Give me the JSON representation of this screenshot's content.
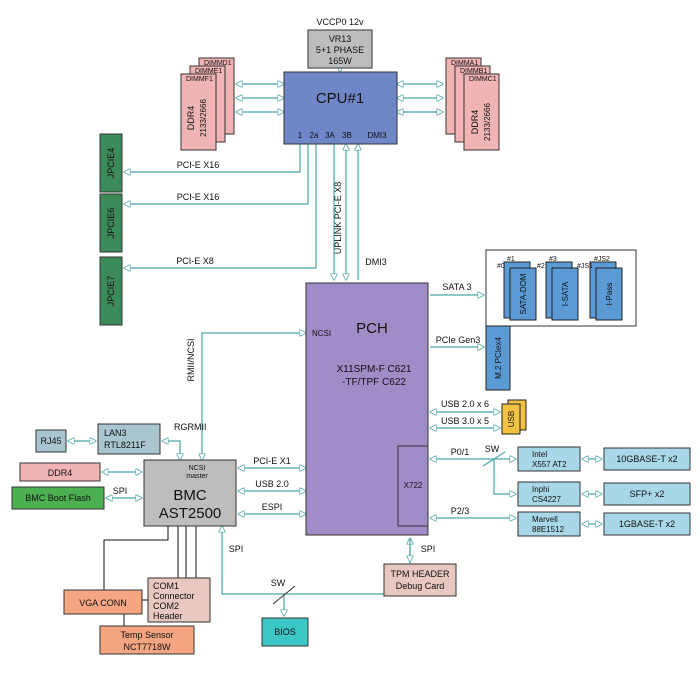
{
  "colors": {
    "cpu": "#6f86c9",
    "pch": "#a08dc8",
    "bmc": "#bdbdbd",
    "pcie_slot": "#3b8a57",
    "dimm": "#f0b4b4",
    "lan": "#a9c6d0",
    "phy": "#a8d8e8",
    "storage": "#5b9bd5",
    "usb": "#f3c242",
    "boot_flash": "#4caf50",
    "vga": "#f4a582",
    "com": "#e8c8c0",
    "bios": "#3cc6c6",
    "bus": "#4aa6a6"
  },
  "power": {
    "label": "VCCP0  12v",
    "box_lines": [
      "VR13",
      "5+1 PHASE",
      "165W"
    ]
  },
  "cpu": {
    "title": "CPU#1",
    "ports": [
      "1",
      "2a",
      "3A",
      "3B",
      "DMI3"
    ]
  },
  "dimms_left": {
    "labels": [
      "DIMMD1",
      "DIMME1",
      "DIMMF1"
    ],
    "type": "DDR4",
    "speed": "2133/2666"
  },
  "dimms_right": {
    "labels": [
      "DIMMA1",
      "DIMMB1",
      "DIMMC1"
    ],
    "type": "DDR4",
    "speed": "2133/2666"
  },
  "slots": [
    {
      "name": "JPCIE4",
      "link": "PCI-E X16"
    },
    {
      "name": "JPCIE6",
      "link": "PCI-E X16"
    },
    {
      "name": "JPCIE7",
      "link": "PCI-E X8"
    }
  ],
  "uplink": {
    "label": "UPLINK PCI-E X8",
    "dmi": "DMI3"
  },
  "pch": {
    "title": "PCH",
    "model_line1": "X11SPM-F C621",
    "model_line2": "-TF/TPF C622",
    "ncsi": "NCSI",
    "x722": "X722"
  },
  "sata": {
    "label": "SATA 3",
    "devices": [
      {
        "name": "SATA-DOM",
        "ports": [
          "#1",
          "#0"
        ]
      },
      {
        "name": "I-SATA",
        "ports": [
          "#3",
          "#2"
        ]
      },
      {
        "name": "I-Pass",
        "ports": [
          "#JS2",
          "#JS1"
        ]
      }
    ]
  },
  "m2": {
    "link": "PCIe Gen3",
    "name": "M.2 PCIex4"
  },
  "usb": {
    "link1": "USB 2.0 x 6",
    "link2": "USB 3.0 x 5",
    "name": "USB"
  },
  "network": {
    "p01": "P0/1",
    "p23": "P2/3",
    "sw": "SW",
    "phy1": [
      "Intel",
      "X557 AT2"
    ],
    "phy2": [
      "Inphi",
      "CS4227"
    ],
    "phy3": [
      "Marvell",
      "88E1512"
    ],
    "out1": "10GBASE-T x2",
    "out2": "SFP+ x2",
    "out3": "1GBASE-T x2"
  },
  "rmii": "RMII/NCSI",
  "bmc": {
    "title": "BMC",
    "model": "AST2500",
    "ncsi_master": [
      "NCSI",
      "master"
    ],
    "rgrmii": "RGRMII",
    "ddr4": "DDR4",
    "spi": "SPI",
    "boot_flash": "BMC Boot Flash",
    "pcie": "PCI-E X1",
    "usb": "USB 2.0",
    "espi": "ESPI"
  },
  "rj45": "RJ45",
  "lan": [
    "LAN3",
    "RTL8211F"
  ],
  "vga": "VGA CONN",
  "com": [
    "COM1",
    "Connector",
    "COM2",
    "Header"
  ],
  "temp": [
    "Temp Sensor",
    "NCT7718W"
  ],
  "bios": {
    "name": "BIOS",
    "spi": "SPI",
    "sw": "SW"
  },
  "tpm": {
    "spi": "SPI",
    "lines": [
      "TPM HEADER",
      "Debug Card"
    ]
  }
}
